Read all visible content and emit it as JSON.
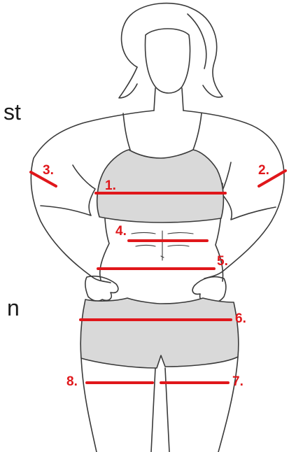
{
  "clipped_text": {
    "top": "st",
    "bottom": "n"
  },
  "measurements": [
    {
      "label": "1."
    },
    {
      "label": "2."
    },
    {
      "label": "3."
    },
    {
      "label": "4."
    },
    {
      "label": "5."
    },
    {
      "label": "6."
    },
    {
      "label": "7."
    },
    {
      "label": "8."
    }
  ],
  "colors": {
    "measure_line": "#e0171b",
    "outline": "#3a3a3a",
    "clothing_fill": "#d9d9d9",
    "background": "#ffffff"
  }
}
